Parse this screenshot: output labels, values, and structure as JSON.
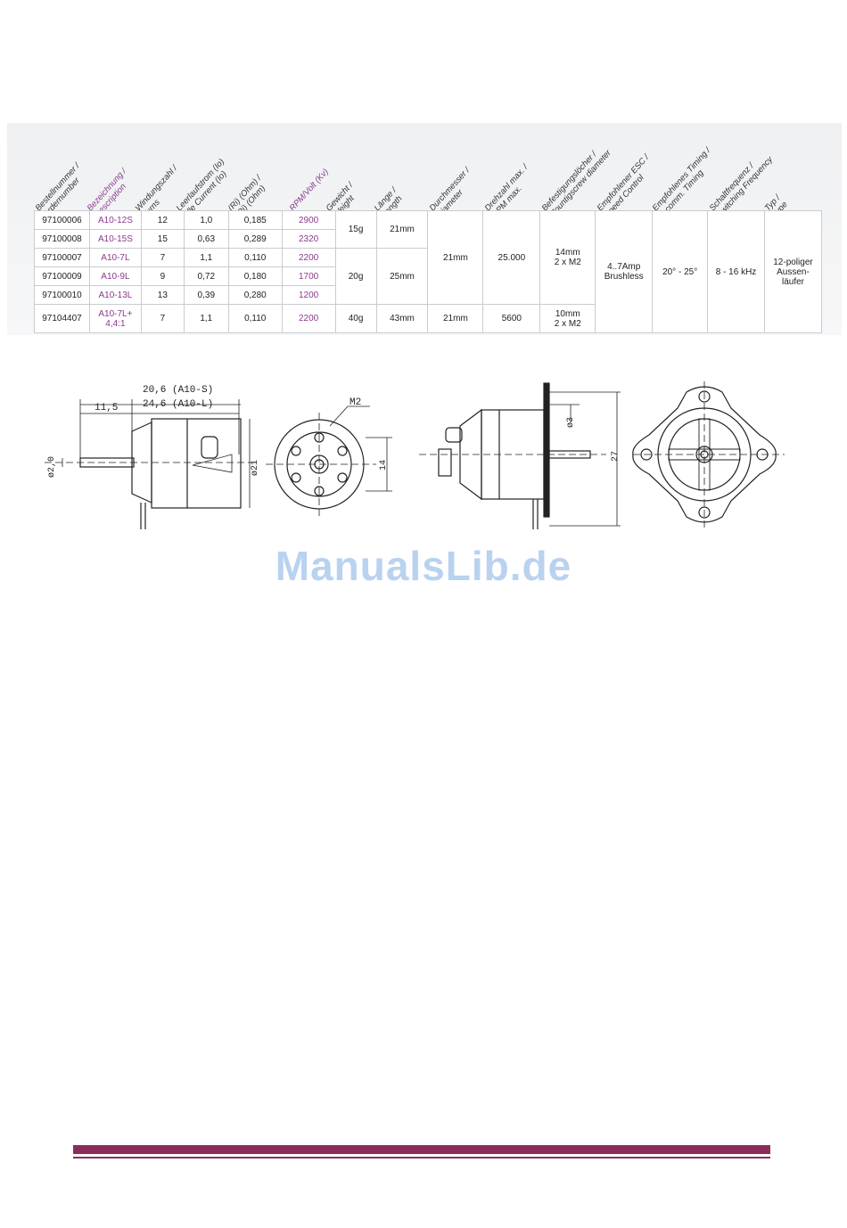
{
  "table": {
    "headers": [
      {
        "line1": "Bestellnummer /",
        "line2": "Ordernumber",
        "accent": false
      },
      {
        "line1": "Bezeichnung /",
        "line2": "Description",
        "accent": true
      },
      {
        "line1": "Windungszahl /",
        "line2": "Turns",
        "accent": false
      },
      {
        "line1": "Leerlaufstrom (Io)",
        "line2": "Idle Current (Io)",
        "accent": false
      },
      {
        "line1": "(Ri) (Ohm) /",
        "line2": "(Ri) (Ohm)",
        "accent": false
      },
      {
        "line1": "RPM/Volt (Kv)",
        "line2": "",
        "accent": true
      },
      {
        "line1": "Gewicht /",
        "line2": "Weight",
        "accent": false
      },
      {
        "line1": "Länge /",
        "line2": "Length",
        "accent": false
      },
      {
        "line1": "Durchmesser /",
        "line2": "Diameter",
        "accent": false
      },
      {
        "line1": "Drehzahl max. /",
        "line2": "RPM max.",
        "accent": false
      },
      {
        "line1": "Befestigungslöcher /",
        "line2": "Mountigscrew diameter",
        "accent": false
      },
      {
        "line1": "Empfohlener ESC /",
        "line2": "Speed Control",
        "accent": false
      },
      {
        "line1": "Empfohlenes Timing /",
        "line2": "recomm. Timing",
        "accent": false
      },
      {
        "line1": "Schaltfrequenz /",
        "line2": "Switching Frequency",
        "accent": false
      },
      {
        "line1": "Typ /",
        "line2": "Type",
        "accent": false
      }
    ],
    "rows": [
      {
        "order": "97100006",
        "desc": "A10-12S",
        "turns": "12",
        "io": "1,0",
        "ri": "0,185",
        "kv": "2900"
      },
      {
        "order": "97100008",
        "desc": "A10-15S",
        "turns": "15",
        "io": "0,63",
        "ri": "0,289",
        "kv": "2320"
      },
      {
        "order": "97100007",
        "desc": "A10-7L",
        "turns": "7",
        "io": "1,1",
        "ri": "0,110",
        "kv": "2200"
      },
      {
        "order": "97100009",
        "desc": "A10-9L",
        "turns": "9",
        "io": "0,72",
        "ri": "0,180",
        "kv": "1700"
      },
      {
        "order": "97100010",
        "desc": "A10-13L",
        "turns": "13",
        "io": "0,39",
        "ri": "0,280",
        "kv": "1200"
      },
      {
        "order": "97104407",
        "desc_line1": "A10-7L+",
        "desc_line2": "4,4:1",
        "turns": "7",
        "io": "1,1",
        "ri": "0,110",
        "kv": "2200"
      }
    ],
    "groups": {
      "weight_s": "15g",
      "length_s": "21mm",
      "weight_l": "20g",
      "length_l": "25mm",
      "diameter": "21mm",
      "rpm_max": "25.000",
      "mount_line1": "14mm",
      "mount_line2": "2 x M2",
      "esc_line1": "4..7Amp",
      "esc_line2": "Brushless",
      "timing": "20° - 25°",
      "frequency": "8 - 16 kHz",
      "type_line1": "12-poliger",
      "type_line2": "Aussen-",
      "type_line3": "läufer",
      "gear_weight": "40g",
      "gear_length": "43mm",
      "gear_diameter": "21mm",
      "gear_rpm": "5600",
      "gear_mount_line1": "10mm",
      "gear_mount_line2": "2 x M2"
    }
  },
  "drawing": {
    "dim_overall_s": "20,6 (A10-S)",
    "dim_overall_l": "24,6 (A10-L)",
    "dim_shaft_len": "11,5",
    "dim_shaft_dia": "ø2,0",
    "dim_body_dia": "ø21",
    "dim_screw": "M2",
    "dim_hole_spacing": "14",
    "dim_hole_dia": "ø3",
    "dim_mount_height": "27"
  },
  "watermark": "ManualsLib.de",
  "colors": {
    "accent_text": "#8a3a8c",
    "footer_bar": "#8b2d5c",
    "watermark": "#b9d2f0"
  }
}
